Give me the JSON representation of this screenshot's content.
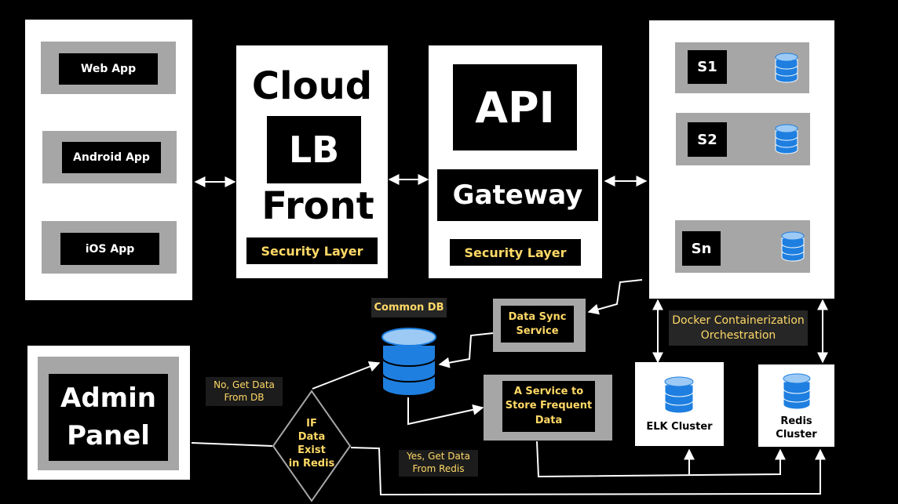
{
  "clients": {
    "web": "Web App",
    "android": "Android App",
    "ios": "iOS App"
  },
  "lb": {
    "cloud": "Cloud",
    "lb": "LB",
    "front": "Front",
    "security": "Security Layer"
  },
  "api": {
    "api": "API",
    "gateway": "Gateway",
    "security": "Security Layer"
  },
  "services": {
    "s1": "S1",
    "s2": "S2",
    "sn": "Sn"
  },
  "docker": {
    "line1": "Docker Containerization",
    "line2": "Orchestration"
  },
  "common_db": "Common DB",
  "data_sync": {
    "line1": "Data Sync",
    "line2": "Service"
  },
  "store_service": {
    "line1": "A Service to",
    "line2": "Store Frequent",
    "line3": "Data"
  },
  "elk": "ELK Cluster",
  "redis": {
    "line1": "Redis",
    "line2": "Cluster"
  },
  "admin": {
    "line1": "Admin",
    "line2": "Panel"
  },
  "decision": {
    "line1": "IF",
    "line2": "Data",
    "line3": "Exist",
    "line4": "in Redis"
  },
  "no_label": {
    "line1": "No, Get Data",
    "line2": "From DB"
  },
  "yes_label": {
    "line1": "Yes, Get Data",
    "line2": "From Redis"
  },
  "colors": {
    "db_blue": "#1e7fe0",
    "db_light": "#9ccaf5",
    "label_yellow": "#ffd966",
    "box_gray": "#a6a6a6"
  }
}
